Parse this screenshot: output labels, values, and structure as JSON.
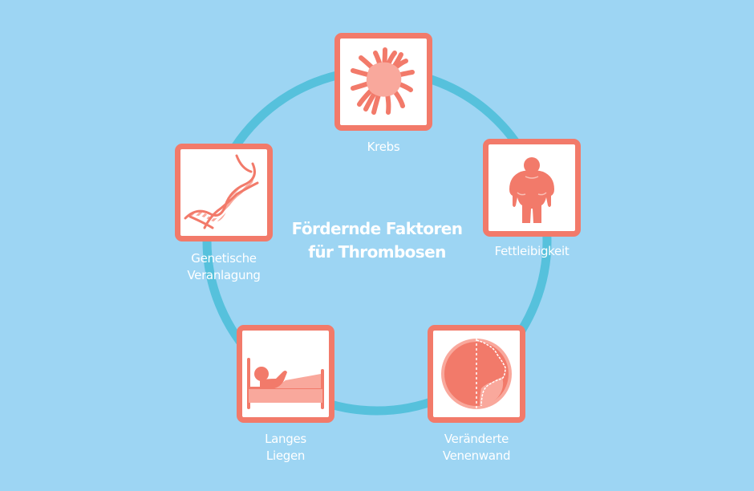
{
  "diagram": {
    "title_line1": "Fördernde Faktoren",
    "title_line2": "für Thrombosen",
    "colors": {
      "background": "#9DD5F3",
      "ring": "#56C1DC",
      "accent": "#F27A6A",
      "accent_light": "#F9A89C",
      "box_fill": "#FFFFFF",
      "text": "#FFFFFF"
    },
    "factors": [
      {
        "id": "krebs",
        "icon": "cancer-cell-icon",
        "label_line1": "Krebs",
        "label_line2": ""
      },
      {
        "id": "fettleibigkeit",
        "icon": "obese-person-icon",
        "label_line1": "Fettleibigkeit",
        "label_line2": ""
      },
      {
        "id": "venenwand",
        "icon": "vein-cross-section-icon",
        "label_line1": "Veränderte",
        "label_line2": "Venenwand"
      },
      {
        "id": "liegen",
        "icon": "person-in-bed-icon",
        "label_line1": "Langes",
        "label_line2": "Liegen"
      },
      {
        "id": "genetik",
        "icon": "dna-helix-icon",
        "label_line1": "Genetische",
        "label_line2": "Veranlagung"
      }
    ]
  }
}
